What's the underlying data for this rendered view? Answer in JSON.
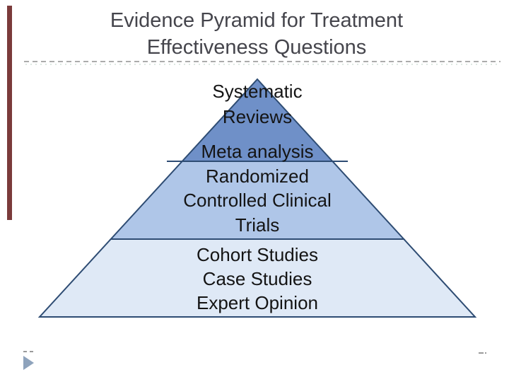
{
  "slide": {
    "title_line1": "Evidence Pyramid for Treatment",
    "title_line2": "Effectiveness Questions",
    "title_color": "#45454C"
  },
  "pyramid": {
    "outline_color": "#2E4C73",
    "text_color": "#141414",
    "tier_fills": [
      "#6F90C8",
      "#AFC6E8",
      "#DFE9F6"
    ],
    "tiers": [
      {
        "name": "top",
        "label_lines": [
          "Systematic",
          "Reviews",
          "Meta analysis"
        ]
      },
      {
        "name": "middle",
        "label_lines": [
          "Randomized",
          "Controlled Clinical",
          "Trials"
        ]
      },
      {
        "name": "bottom",
        "label_lines": [
          "Cohort Studies",
          "Case Studies",
          "Expert Opinion"
        ]
      }
    ]
  },
  "decorations": {
    "left_accent_bar_color": "#7B3B3B",
    "separator_dash_color": "#ABABAB",
    "play_arrow_color": "#8EA3BC",
    "corner_dash_color": "#9A9A9A"
  }
}
